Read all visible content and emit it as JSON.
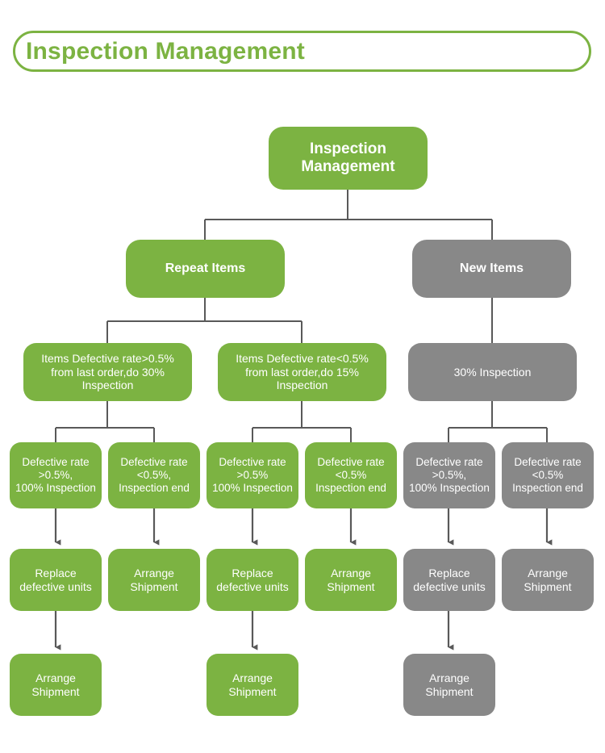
{
  "header": {
    "title": "Inspection Management",
    "border_color": "#7CB342",
    "text_color": "#7CB342"
  },
  "palette": {
    "green": "#7CB342",
    "grey": "#888888",
    "connector": "#595959",
    "node_text": "#FFFFFF",
    "background": "#FFFFFF"
  },
  "chart_data": {
    "type": "diagram",
    "title": "Inspection Management",
    "levels": 6,
    "nodes": [
      {
        "id": "root",
        "label": "Inspection\nManagement",
        "color": "green",
        "level": 0
      },
      {
        "id": "repeat",
        "label": "Repeat Items",
        "color": "green",
        "level": 1
      },
      {
        "id": "new",
        "label": "New Items",
        "color": "grey",
        "level": 1
      },
      {
        "id": "rep-hi",
        "label": "Items Defective rate>0.5%\nfrom last order,do 30%\nInspection",
        "color": "green",
        "level": 2
      },
      {
        "id": "rep-lo",
        "label": "Items Defective rate<0.5%\nfrom last order,do 15%\nInspection",
        "color": "green",
        "level": 2
      },
      {
        "id": "new-30",
        "label": "30% Inspection",
        "color": "grey",
        "level": 2
      },
      {
        "id": "c1",
        "label": "Defective rate\n>0.5%,\n100% Inspection",
        "color": "green",
        "level": 3
      },
      {
        "id": "c2",
        "label": "Defective rate\n<0.5%,\nInspection end",
        "color": "green",
        "level": 3
      },
      {
        "id": "c3",
        "label": "Defective rate\n>0.5%\n100% Inspection",
        "color": "green",
        "level": 3
      },
      {
        "id": "c4",
        "label": "Defective rate\n<0.5%\nInspection end",
        "color": "green",
        "level": 3
      },
      {
        "id": "c5",
        "label": "Defective rate\n>0.5%,\n100% Inspection",
        "color": "grey",
        "level": 3
      },
      {
        "id": "c6",
        "label": "Defective rate\n<0.5%\nInspection end",
        "color": "grey",
        "level": 3
      },
      {
        "id": "d1",
        "label": "Replace\ndefective units",
        "color": "green",
        "level": 4
      },
      {
        "id": "d2",
        "label": "Arrange\nShipment",
        "color": "green",
        "level": 4
      },
      {
        "id": "d3",
        "label": "Replace\ndefective units",
        "color": "green",
        "level": 4
      },
      {
        "id": "d4",
        "label": "Arrange\nShipment",
        "color": "green",
        "level": 4
      },
      {
        "id": "d5",
        "label": "Replace\ndefective units",
        "color": "grey",
        "level": 4
      },
      {
        "id": "d6",
        "label": "Arrange\nShipment",
        "color": "grey",
        "level": 4
      },
      {
        "id": "e1",
        "label": "Arrange\nShipment",
        "color": "green",
        "level": 5
      },
      {
        "id": "e3",
        "label": "Arrange\nShipment",
        "color": "green",
        "level": 5
      },
      {
        "id": "e5",
        "label": "Arrange\nShipment",
        "color": "grey",
        "level": 5
      }
    ],
    "edges": [
      {
        "from": "root",
        "to": "repeat",
        "style": "elbow"
      },
      {
        "from": "root",
        "to": "new",
        "style": "elbow"
      },
      {
        "from": "repeat",
        "to": "rep-hi",
        "style": "elbow"
      },
      {
        "from": "repeat",
        "to": "rep-lo",
        "style": "elbow"
      },
      {
        "from": "new",
        "to": "new-30",
        "style": "straight"
      },
      {
        "from": "rep-hi",
        "to": "c1",
        "style": "elbow"
      },
      {
        "from": "rep-hi",
        "to": "c2",
        "style": "elbow"
      },
      {
        "from": "rep-lo",
        "to": "c3",
        "style": "elbow"
      },
      {
        "from": "rep-lo",
        "to": "c4",
        "style": "elbow"
      },
      {
        "from": "new-30",
        "to": "c5",
        "style": "elbow"
      },
      {
        "from": "new-30",
        "to": "c6",
        "style": "elbow"
      },
      {
        "from": "c1",
        "to": "d1",
        "style": "arrow"
      },
      {
        "from": "c2",
        "to": "d2",
        "style": "arrow"
      },
      {
        "from": "c3",
        "to": "d3",
        "style": "arrow"
      },
      {
        "from": "c4",
        "to": "d4",
        "style": "arrow"
      },
      {
        "from": "c5",
        "to": "d5",
        "style": "arrow"
      },
      {
        "from": "c6",
        "to": "d6",
        "style": "arrow"
      },
      {
        "from": "d1",
        "to": "e1",
        "style": "arrow"
      },
      {
        "from": "d3",
        "to": "e3",
        "style": "arrow"
      },
      {
        "from": "d5",
        "to": "e5",
        "style": "arrow"
      }
    ]
  }
}
